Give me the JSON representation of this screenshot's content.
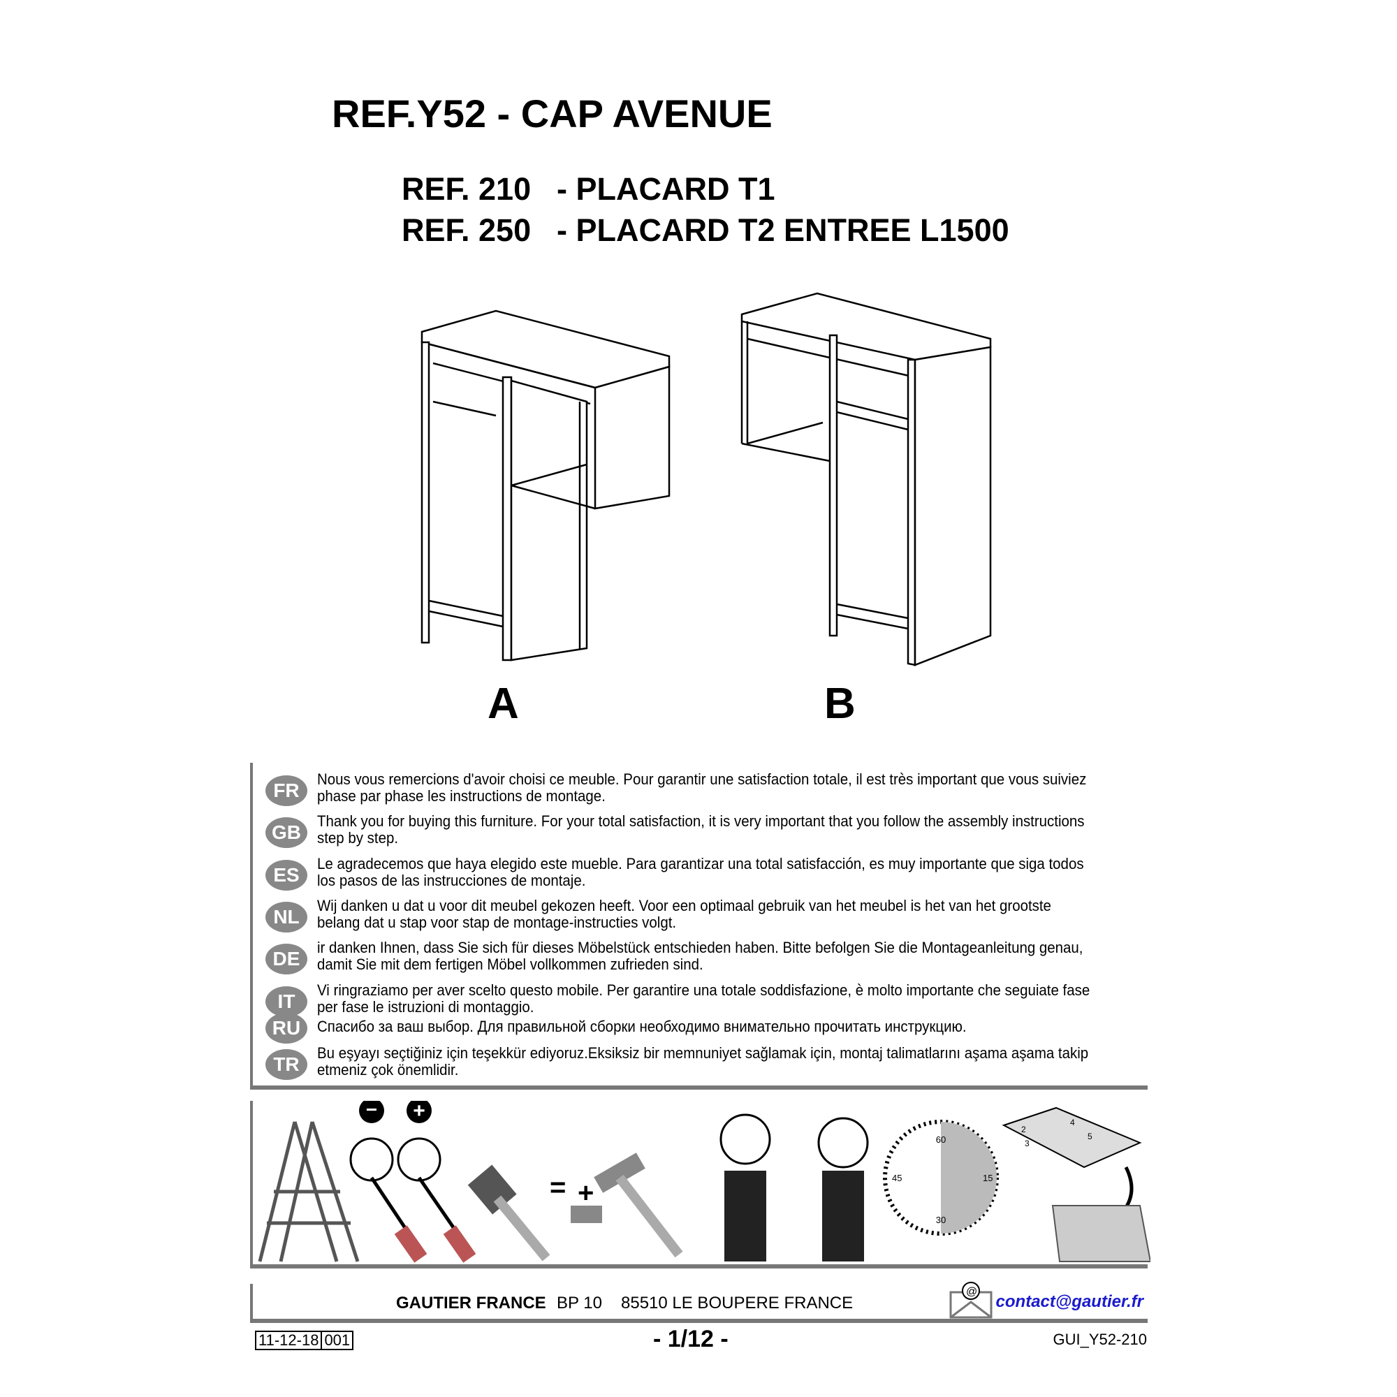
{
  "header": {
    "title": "REF.Y52 - CAP AVENUE",
    "products": [
      {
        "ref": "REF. 210",
        "name": "- PLACARD T1"
      },
      {
        "ref": "REF. 250",
        "name": "- PLACARD T2 ENTREE L1500"
      }
    ]
  },
  "variants": {
    "a": "A",
    "b": "B"
  },
  "languages": [
    {
      "code": "FR",
      "text": "Nous vous remercions d'avoir choisi ce meuble. Pour garantir une satisfaction totale, il est très important que vous suiviez phase par phase les instructions de montage."
    },
    {
      "code": "GB",
      "text": "Thank you for buying this furniture. For your total satisfaction, it is very important that you follow the assembly instructions step by step."
    },
    {
      "code": "ES",
      "text": "Le agradecemos que haya elegido este mueble. Para garantizar una total satisfacción, es muy importante que siga todos los pasos de las instrucciones de montaje."
    },
    {
      "code": "NL",
      "text": "Wij danken u dat u voor dit meubel gekozen heeft. Voor een optimaal gebruik van het meubel is het van het grootste belang dat u stap voor stap de montage-instructies volgt."
    },
    {
      "code": "DE",
      "text": "ir danken Ihnen, dass Sie sich für dieses Möbelstück entschieden haben. Bitte befolgen Sie die Montageanleitung genau, damit Sie mit dem fertigen Möbel vollkommen zufrieden sind."
    },
    {
      "code": "IT",
      "text": "Vi ringraziamo per aver scelto questo mobile. Per garantire una totale soddisfazione, è molto importante che seguiate fase per fase le istruzioni di montaggio."
    },
    {
      "code": "RU",
      "text": "Спасибо за ваш выбор. Для правильной сборки необходимо внимательно прочитать инструкцию."
    },
    {
      "code": "TR",
      "text": "Bu eşyayı seçtiğiniz için teşekkür ediyoruz.Eksiksiz bir memnuniyet sağlamak için, montaj talimatlarını aşama aşama takip etmeniz çok önemlidir."
    }
  ],
  "tools": {
    "minus": "−",
    "plus": "+",
    "equals": "=",
    "clock": [
      "60",
      "15",
      "30",
      "45"
    ],
    "book_pages": [
      "2",
      "3",
      "4",
      "5"
    ]
  },
  "footer": {
    "company": "GAUTIER FRANCE",
    "bp": "BP 10",
    "address": "85510 LE BOUPERE FRANCE",
    "email": "contact@gautier.fr"
  },
  "bottom": {
    "date": "11-12-18",
    "rev": "001",
    "page": "-  1/12  -",
    "doc": "GUI_Y52-210"
  },
  "colors": {
    "badge": "#888888",
    "email": "#1a1acc",
    "rule": "#777777"
  }
}
